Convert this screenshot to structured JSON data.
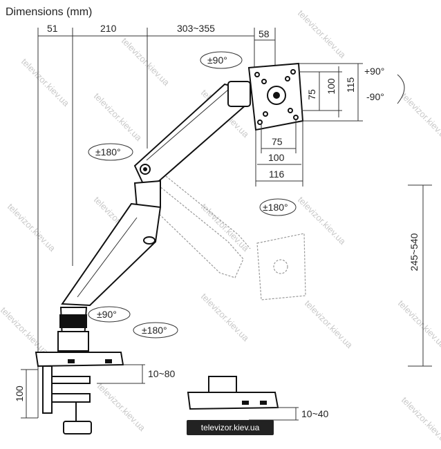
{
  "title": "Dimensions (mm)",
  "top_dims": {
    "d1": "51",
    "d2": "210",
    "d3": "303~355",
    "d4": "58"
  },
  "vesa": {
    "h1": "75",
    "h2": "100",
    "h3": "116",
    "v1": "75",
    "v2": "100",
    "v3": "115"
  },
  "rotations": {
    "tilt_top": "±90°",
    "pivot_up": "+90°",
    "pivot_down": "-90°",
    "swivel_arm": "±180°",
    "rotate_plate": "±180°",
    "base_swivel": "±90°",
    "base_rotate": "±180°"
  },
  "height_range": "245~540",
  "clamp": {
    "height": "100",
    "thickness_clamp": "10~80",
    "thickness_grommet": "10~40"
  },
  "watermark": "televizor.kiev.ua",
  "footer": "televizor.kiev.ua"
}
